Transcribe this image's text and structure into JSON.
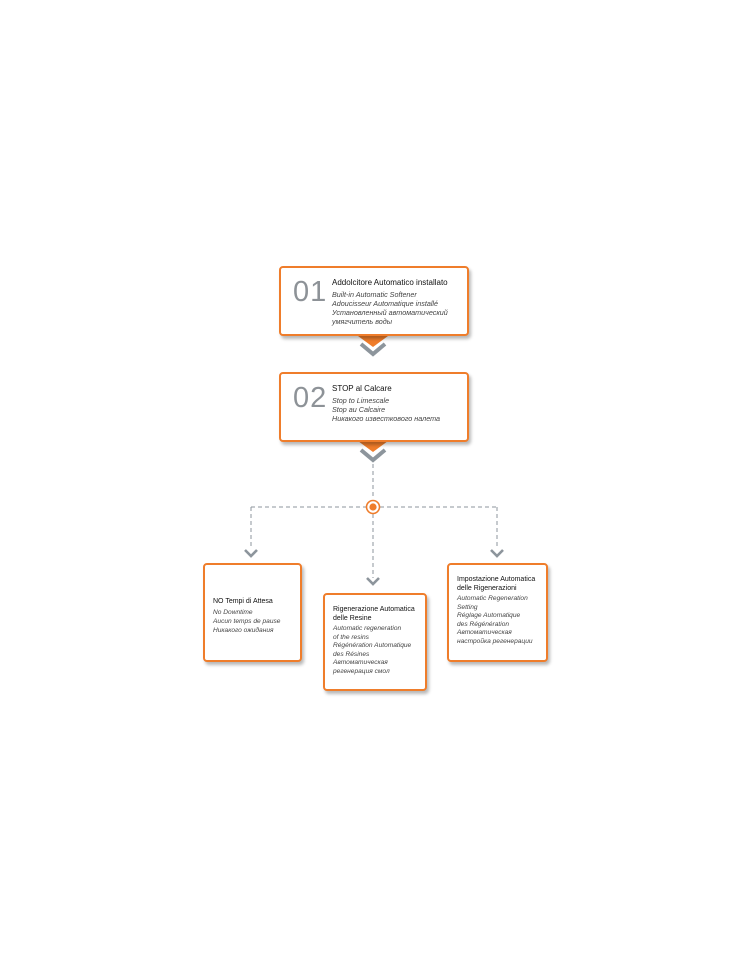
{
  "steps": [
    {
      "number": "01",
      "title": "Addolcitore Automatico installato",
      "lines": [
        "Built-in Automatic Softener",
        "Adoucisseur Automatique installé",
        "Установленный автоматический",
        "умягчитель воды"
      ]
    },
    {
      "number": "02",
      "title": "STOP al Calcare",
      "lines": [
        "Stop to Limescale",
        "Stop au Calcaire",
        "Никакого известкового налета"
      ]
    }
  ],
  "outcomes": [
    {
      "title": [
        "NO Tempi di Attesa"
      ],
      "lines": [
        "No Downtime",
        "Aucun temps de pause",
        "Никакого ожидания"
      ]
    },
    {
      "title": [
        "Rigenerazione Automatica",
        "delle Resine"
      ],
      "lines": [
        "Automatic regeneration",
        "of the resins",
        "Régénération Automatique",
        "des Résines",
        "Автоматическая",
        "регенерация смол"
      ]
    },
    {
      "title": [
        "Impostazione Automatica",
        "delle Rigenerazioni"
      ],
      "lines": [
        "Automatic Regeneration",
        "Setting",
        "Réglage Automatique",
        "des Régénération",
        "Автоматическая",
        "настройка регенерации"
      ]
    }
  ],
  "colors": {
    "accent": "#ef7d2b",
    "arrow_gray": "#8d959c",
    "dash": "#8d959c"
  }
}
